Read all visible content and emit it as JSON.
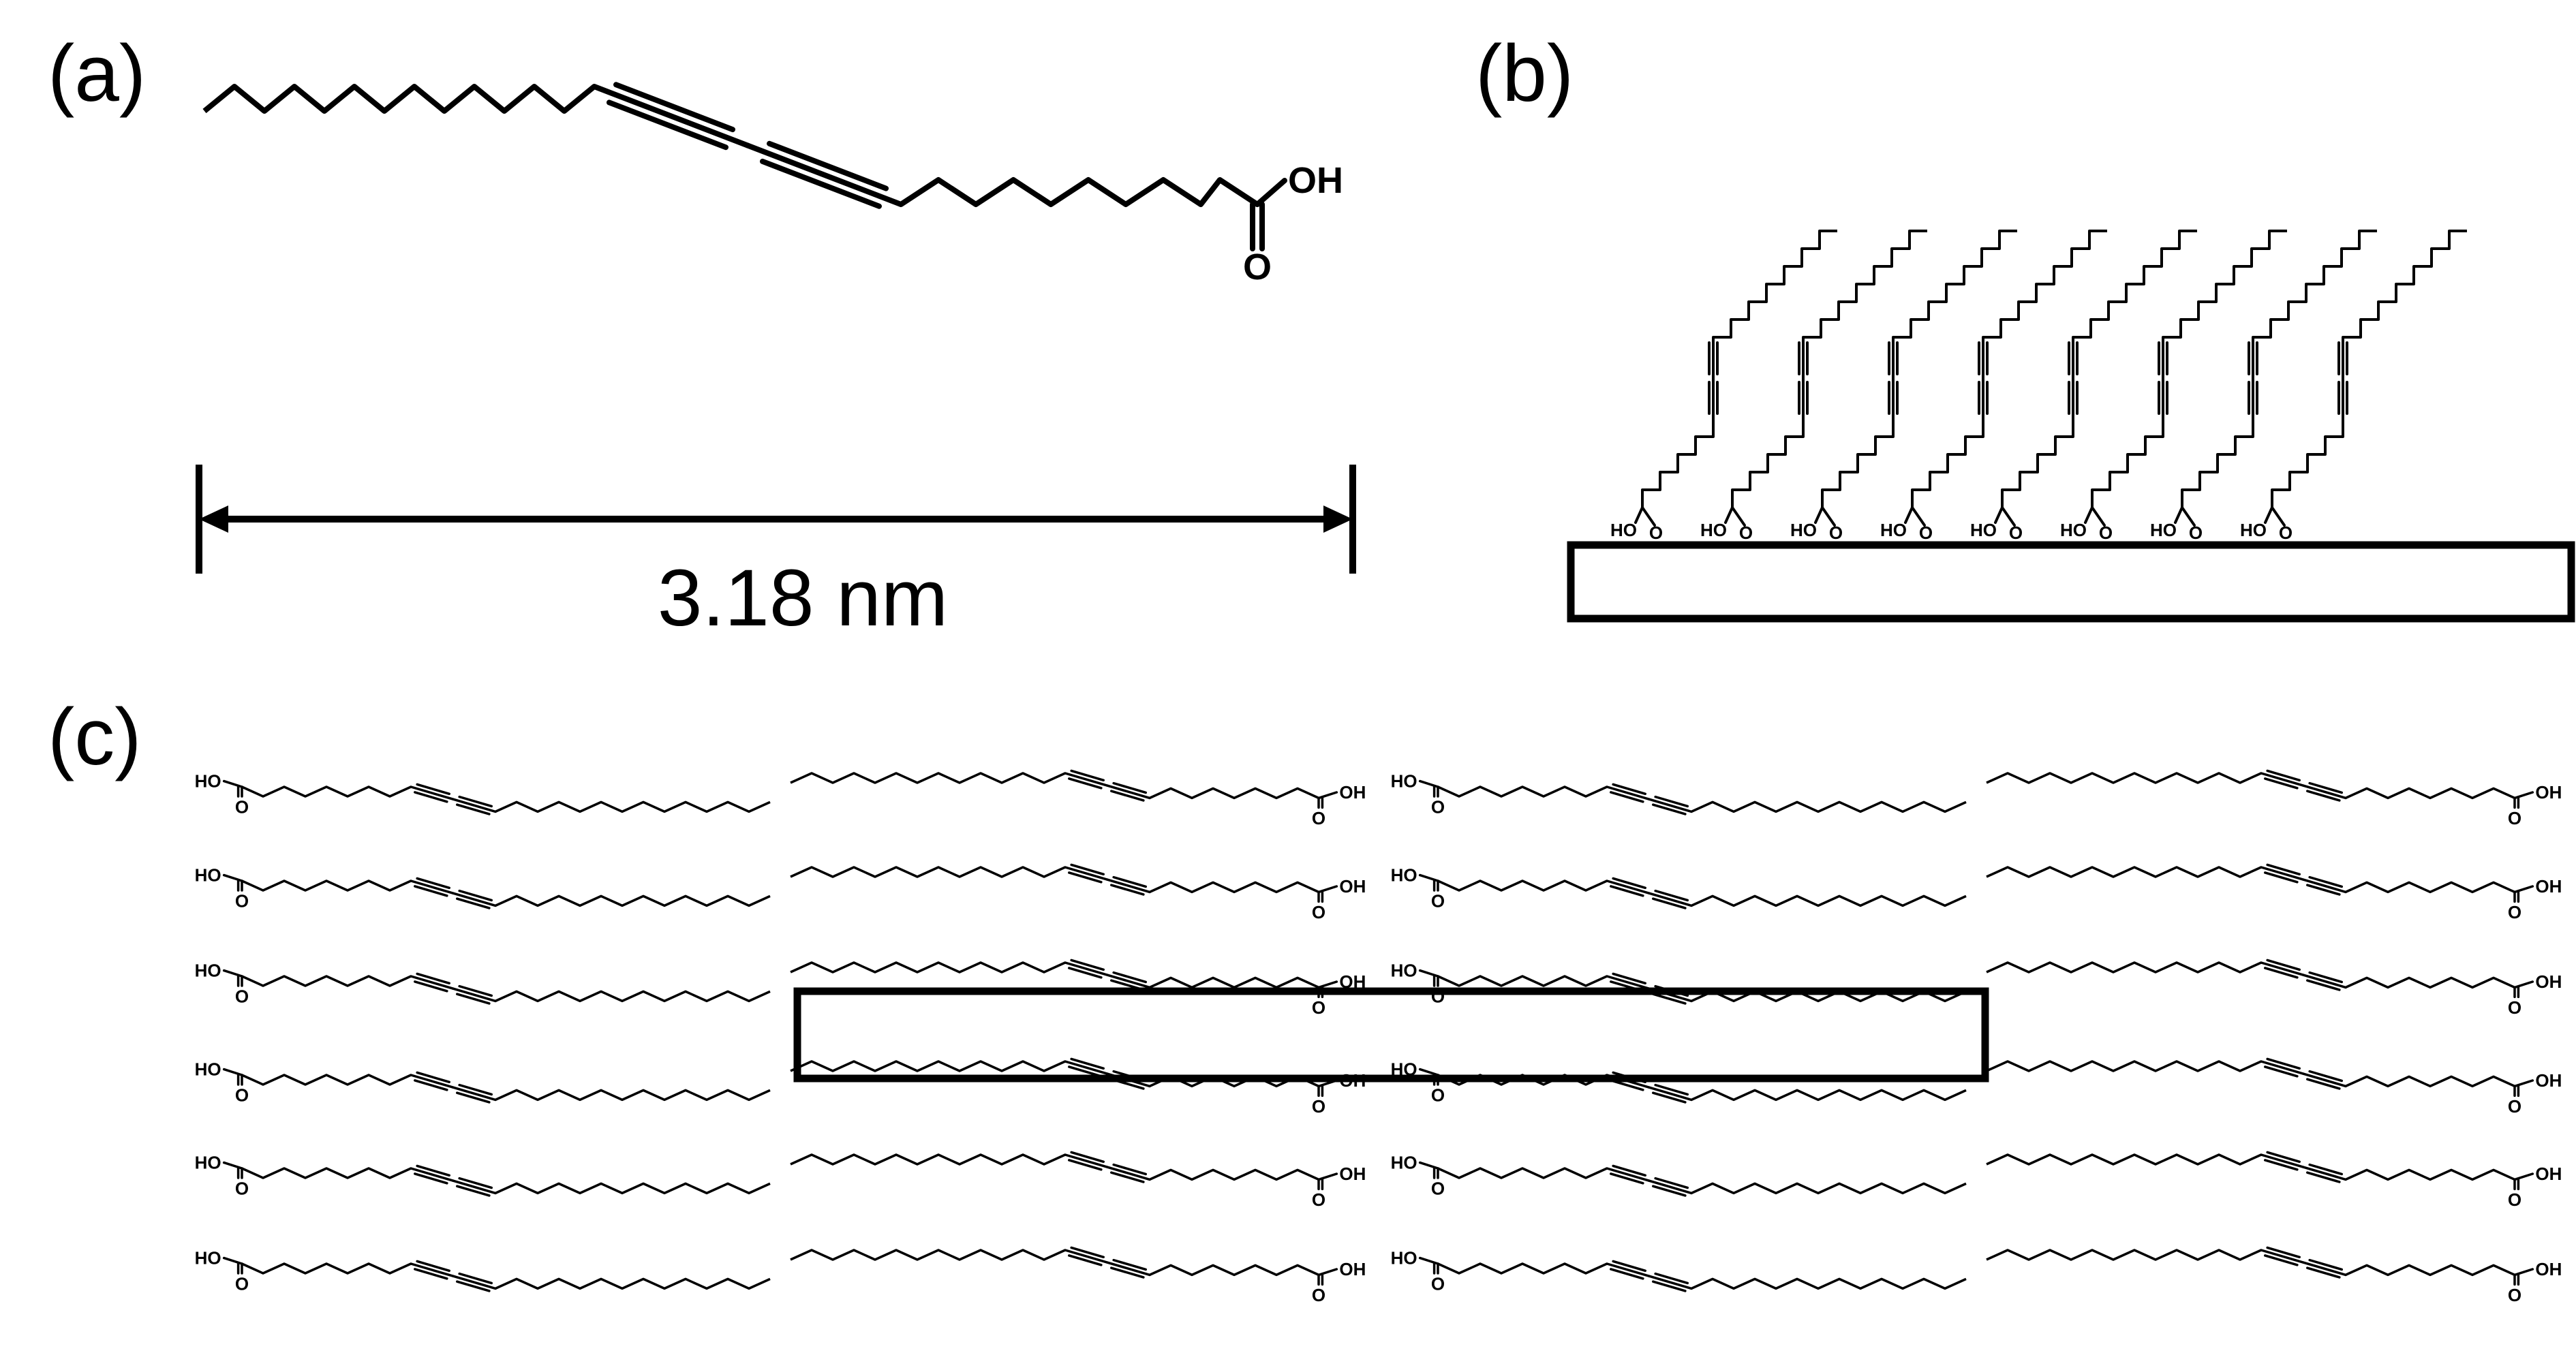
{
  "panels": {
    "a": {
      "label": "(a)"
    },
    "b": {
      "label": "(b)"
    },
    "c": {
      "label": "(c)"
    }
  },
  "scale_bar": {
    "text": "3.18 nm"
  },
  "atoms": {
    "oh": "OH",
    "ho": "HO",
    "o": "O"
  },
  "colors": {
    "ink": "#000000",
    "background": "#ffffff"
  }
}
